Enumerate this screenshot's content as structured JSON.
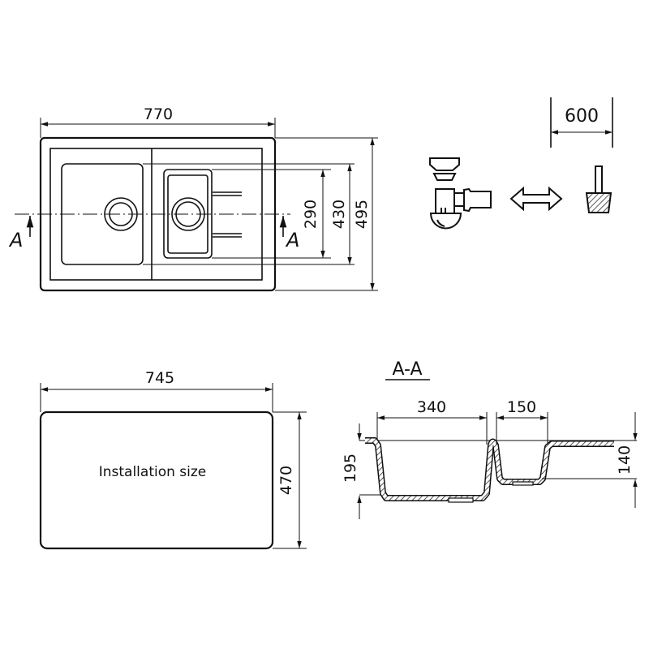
{
  "top_view": {
    "width_dim": "770",
    "depth_dims": [
      "290",
      "430",
      "495"
    ],
    "section_marks": [
      "A",
      "A"
    ]
  },
  "accessories": {
    "faucet_dim": "600"
  },
  "cutout": {
    "width_dim": "745",
    "depth_dim": "470",
    "label": "Installation size"
  },
  "section": {
    "title": "A-A",
    "bowl_width_dims": [
      "340",
      "150"
    ],
    "depth_dims": [
      "195",
      "140"
    ]
  }
}
